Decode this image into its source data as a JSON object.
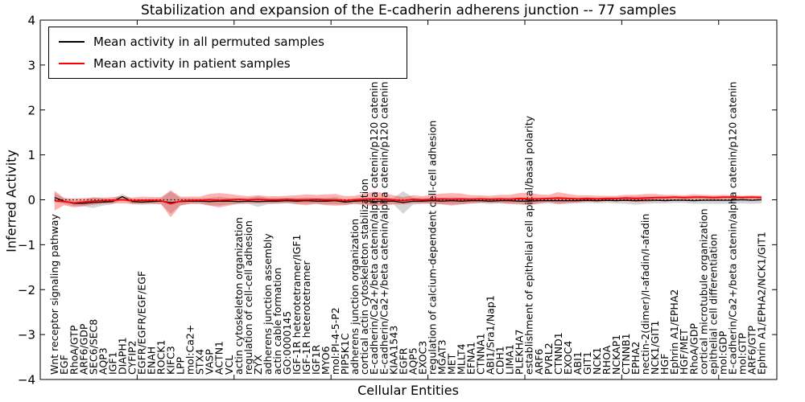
{
  "title": "Stabilization and expansion of the E-cadherin adherens junction -- 77 samples",
  "axes": {
    "ylabel": "Inferred Activity",
    "xlabel": "Cellular Entities",
    "ylim": [
      -4,
      4
    ],
    "yticks": [
      4,
      3,
      2,
      1,
      0,
      -1,
      -2,
      -3,
      -4
    ],
    "xticks": [
      10,
      20,
      30,
      40,
      50,
      60,
      70
    ],
    "xlim": [
      0,
      76
    ]
  },
  "legend": {
    "entries": [
      {
        "label": "Mean activity in all permuted samples",
        "color": "#000000"
      },
      {
        "label": "Mean activity in patient samples",
        "color": "#ff0000"
      }
    ]
  },
  "chart_data": {
    "type": "line",
    "title": "Stabilization and expansion of the E-cadherin adherens junction -- 77 samples",
    "xlabel": "Cellular Entities",
    "ylabel": "Inferred Activity",
    "ylim": [
      -4,
      4
    ],
    "yticks": [
      4,
      3,
      2,
      1,
      0,
      -1,
      -2,
      -3,
      -4
    ],
    "xticks": [
      10,
      20,
      30,
      40,
      50,
      60,
      70
    ],
    "grid": false,
    "legend_position": "upper left",
    "zero_reference_line": {
      "y": 0,
      "style": "dotted",
      "color": "#000000"
    },
    "categories": [
      "Wnt receptor signaling pathway",
      "EGF",
      "RhoA/GTP",
      "ARF6/GDP",
      "SEC6/SEC8",
      "AQP3",
      "IGF1",
      "DIAPH1",
      "CYFIP2",
      "EGFR/EGFR/EGF/EGF",
      "ENAH",
      "ROCK1",
      "KIFC3",
      "LPP",
      "mol:Ca2+",
      "STX4",
      "VASP",
      "ACTN1",
      "VCL",
      "actin cytoskeleton organization",
      "regulation of cell-cell adhesion",
      "ZYX",
      "adherens junction assembly",
      "actin cable formation",
      "GO:0000145",
      "IGF-1R heterotetramer/IGF1",
      "IGF-1R heterotetramer",
      "IGF1R",
      "MYO6",
      "mol:PI-4-5-P2",
      "PIP5K1C",
      "adherens junction organization",
      "cortical actin cytoskeleton stabilization",
      "E-cadherin/Ca2+/beta catenin/alpha catenin/p120 catenin",
      "E-cadherin/Ca2+/beta catenin/alpha catenin/p120 catenin",
      "KIAA1543",
      "EGFR",
      "AQP5",
      "EXOC3",
      "regulation of calcium-dependent cell-cell adhesion",
      "MGAT3",
      "MET",
      "MLLT4",
      "EFNA1",
      "CTNNA1",
      "ABI1/Sra1/Nap1",
      "CDH1",
      "LIMA1",
      "PLEKHA7",
      "establishment of epithelial cell apical/basal polarity",
      "ARF6",
      "PVRL2",
      "CTNND1",
      "EXOC4",
      "ABI1",
      "GIT1",
      "NCK1",
      "RHOA",
      "NCKAP1",
      "CTNNB1",
      "EPHA2",
      "nectin-2(dimer)/I-afadin/I-afadin",
      "NCK1/GIT1",
      "HGF",
      "Ephrin A1/EPHA2",
      "HGF/MET",
      "RhoA/GDP",
      "cortical microtubule organization",
      "epithelial cell differentiation",
      "mol:GDP",
      "E-cadherin/Ca2+/beta catenin/alpha catenin/p120 catenin",
      "mol:GTP",
      "ARF6/GTP",
      "Ephrin A1/EPHA2/NCK1/GIT1"
    ],
    "series": [
      {
        "name": "Mean activity in all permuted samples",
        "color": "#000000",
        "line_style": "solid",
        "band_color": "#888888",
        "band_alpha": 0.35,
        "values": [
          0.05,
          -0.03,
          -0.08,
          -0.08,
          -0.06,
          -0.05,
          -0.04,
          0.07,
          -0.04,
          -0.05,
          -0.04,
          -0.03,
          -0.06,
          -0.04,
          -0.03,
          -0.03,
          -0.04,
          -0.03,
          -0.03,
          -0.04,
          -0.03,
          -0.04,
          -0.03,
          -0.03,
          -0.02,
          -0.03,
          -0.02,
          -0.03,
          -0.03,
          -0.02,
          -0.05,
          -0.03,
          -0.02,
          -0.04,
          -0.03,
          -0.03,
          -0.06,
          -0.03,
          -0.03,
          -0.02,
          -0.03,
          -0.02,
          -0.03,
          -0.02,
          -0.02,
          -0.03,
          -0.02,
          -0.02,
          -0.03,
          -0.03,
          -0.02,
          -0.02,
          -0.02,
          -0.02,
          -0.02,
          -0.01,
          -0.02,
          -0.01,
          -0.02,
          -0.01,
          -0.02,
          -0.01,
          -0.01,
          -0.02,
          -0.01,
          -0.01,
          -0.02,
          -0.01,
          -0.01,
          -0.01,
          -0.01,
          0.0,
          -0.01,
          0.0
        ],
        "band_half_widths": [
          0.1,
          0.06,
          0.06,
          0.07,
          0.12,
          0.08,
          0.06,
          0.06,
          0.06,
          0.06,
          0.06,
          0.06,
          0.25,
          0.08,
          0.06,
          0.06,
          0.08,
          0.1,
          0.07,
          0.06,
          0.06,
          0.12,
          0.07,
          0.06,
          0.06,
          0.06,
          0.07,
          0.06,
          0.07,
          0.08,
          0.06,
          0.06,
          0.07,
          0.08,
          0.08,
          0.07,
          0.25,
          0.08,
          0.06,
          0.06,
          0.07,
          0.08,
          0.07,
          0.06,
          0.06,
          0.06,
          0.06,
          0.07,
          0.08,
          0.08,
          0.07,
          0.06,
          0.08,
          0.07,
          0.06,
          0.06,
          0.06,
          0.06,
          0.06,
          0.08,
          0.09,
          0.08,
          0.07,
          0.06,
          0.06,
          0.06,
          0.07,
          0.08,
          0.08,
          0.08,
          0.08,
          0.08,
          0.08,
          0.08
        ]
      },
      {
        "name": "Mean activity in patient samples",
        "color": "#ff0000",
        "line_style": "solid",
        "band_color": "#ff0000",
        "band_alpha": 0.3,
        "values": [
          -0.02,
          -0.04,
          -0.07,
          -0.05,
          -0.03,
          -0.02,
          -0.01,
          0.0,
          -0.02,
          -0.01,
          -0.01,
          -0.02,
          -0.09,
          -0.03,
          -0.01,
          -0.01,
          0.0,
          -0.01,
          0.0,
          0.01,
          0.0,
          0.01,
          0.0,
          0.0,
          0.01,
          0.0,
          0.0,
          0.01,
          0.0,
          0.0,
          -0.02,
          0.0,
          0.01,
          0.02,
          0.01,
          0.0,
          -0.02,
          0.01,
          0.0,
          0.01,
          0.02,
          0.01,
          0.02,
          0.01,
          0.02,
          0.01,
          0.02,
          0.01,
          0.03,
          0.02,
          0.02,
          0.03,
          0.04,
          0.03,
          0.02,
          0.03,
          0.02,
          0.03,
          0.03,
          0.04,
          0.03,
          0.04,
          0.05,
          0.05,
          0.06,
          0.05,
          0.06,
          0.06,
          0.05,
          0.06,
          0.06,
          0.05,
          0.06,
          0.05
        ],
        "band_half_widths": [
          0.22,
          0.08,
          0.1,
          0.09,
          0.08,
          0.07,
          0.07,
          0.08,
          0.07,
          0.08,
          0.07,
          0.08,
          0.3,
          0.1,
          0.08,
          0.08,
          0.13,
          0.16,
          0.13,
          0.09,
          0.08,
          0.09,
          0.08,
          0.08,
          0.08,
          0.1,
          0.12,
          0.1,
          0.12,
          0.13,
          0.1,
          0.09,
          0.13,
          0.16,
          0.14,
          0.1,
          0.08,
          0.09,
          0.08,
          0.1,
          0.12,
          0.14,
          0.12,
          0.09,
          0.08,
          0.08,
          0.09,
          0.1,
          0.12,
          0.14,
          0.1,
          0.08,
          0.13,
          0.1,
          0.08,
          0.07,
          0.07,
          0.06,
          0.06,
          0.07,
          0.08,
          0.09,
          0.08,
          0.06,
          0.05,
          0.05,
          0.06,
          0.05,
          0.05,
          0.05,
          0.04,
          0.04,
          0.04,
          0.04
        ]
      }
    ]
  }
}
